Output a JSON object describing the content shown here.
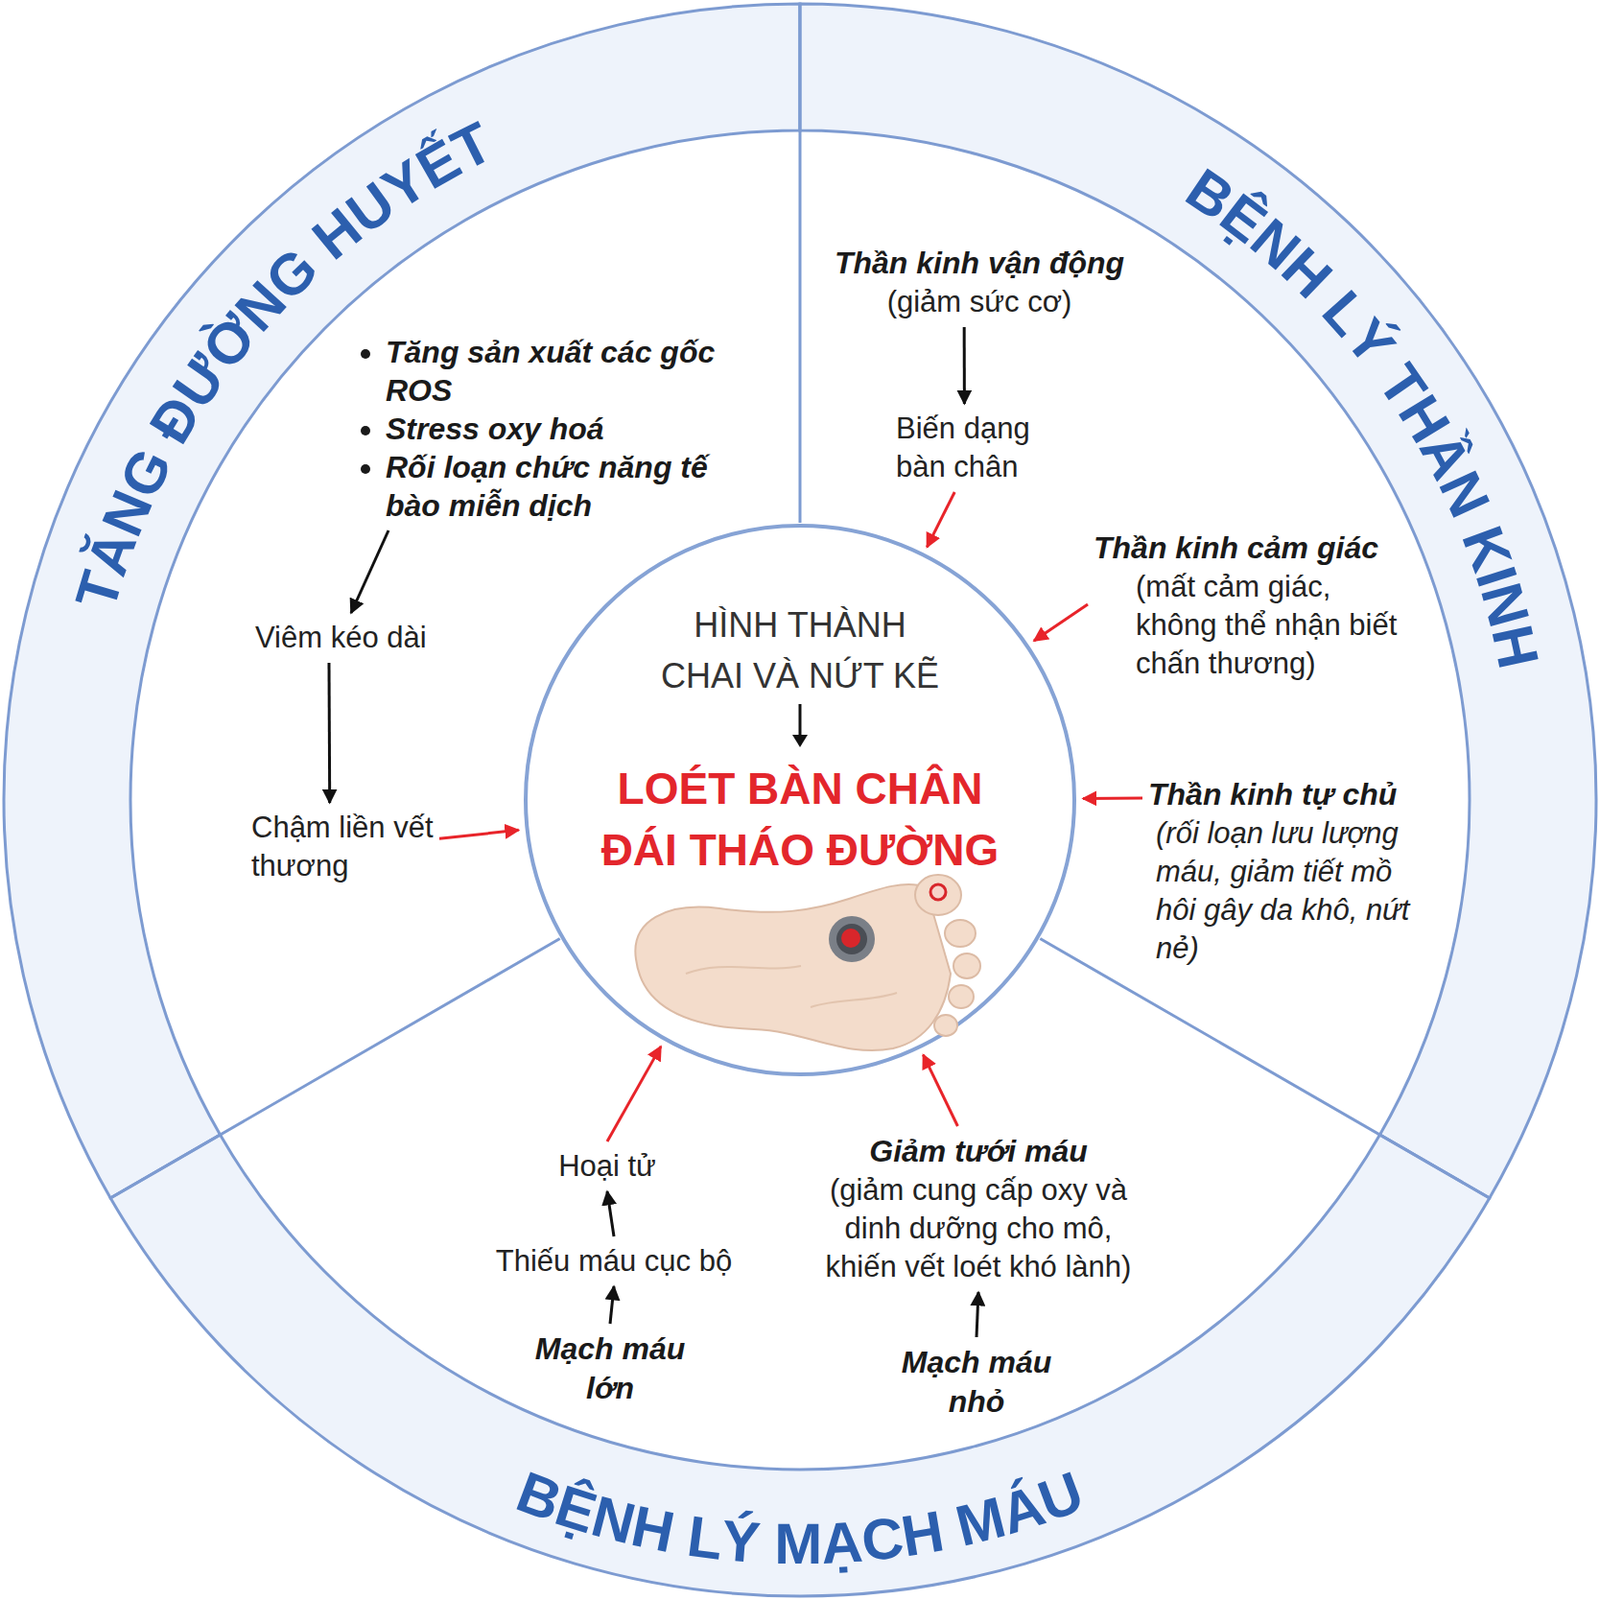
{
  "diagram": {
    "nodes": [
      {
        "text": [
          "TĂNG ĐƯỜNG HUYẾT"
        ]
      },
      {
        "text": [
          "BỆNH LÝ THẦN KINH"
        ]
      },
      {
        "text": [
          "BỆNH LÝ MẠCH MÁU"
        ]
      },
      {
        "text": [
          "HÌNH THÀNH CHAI VÀ NỨT KẼ",
          "LOÉT BÀN CHÂN ĐÁI THÁO ĐƯỜNG"
        ]
      },
      {
        "text": [
          "Tăng sản xuất các gốc ROS",
          "Stress oxy hoá",
          "Rối loạn chức năng tế bào miễn dịch"
        ],
        "in": 0
      },
      {
        "text": [
          "Viêm kéo dài"
        ],
        "in": 0
      },
      {
        "text": [
          "Chậm liền vết thương"
        ],
        "in": 0
      },
      {
        "text": [
          "Thần kinh vận động",
          "(giảm sức cơ)"
        ],
        "in": 1
      },
      {
        "text": [
          "Biến dạng bàn chân"
        ],
        "in": 1
      },
      {
        "text": [
          "Thần kinh cảm giác",
          "(mất cảm giác, không thể nhận biết chấn thương)"
        ],
        "in": 1
      },
      {
        "text": [
          "Thần kinh tự chủ",
          "(rối loạn lưu lượng máu, giảm tiết mồ hôi gây da khô, nứt nẻ)"
        ],
        "in": 1
      },
      {
        "text": [
          "Hoại tử"
        ],
        "in": 2
      },
      {
        "text": [
          "Thiếu máu cục bộ"
        ],
        "in": 2
      },
      {
        "text": [
          "Mạch máu lớn"
        ],
        "in": 2
      },
      {
        "text": [
          "Giảm tưới máu",
          "(giảm cung cấp oxy và dinh dưỡng cho mô, khiến vết loét khó lành)"
        ],
        "in": 2
      },
      {
        "text": [
          "Mạch máu nhỏ"
        ],
        "in": 2
      }
    ],
    "edges": [
      {
        "from": 4,
        "to": 5,
        "arrow": "to"
      },
      {
        "from": 5,
        "to": 6,
        "arrow": "to"
      },
      {
        "from": 6,
        "to": 3,
        "arrow": "to"
      },
      {
        "from": 7,
        "to": 8,
        "arrow": "to"
      },
      {
        "from": 8,
        "to": 3,
        "arrow": "to"
      },
      {
        "from": 9,
        "to": 3,
        "arrow": "to"
      },
      {
        "from": 10,
        "to": 3,
        "arrow": "to"
      },
      {
        "from": 13,
        "to": 12,
        "arrow": "to"
      },
      {
        "from": 12,
        "to": 11,
        "arrow": "to"
      },
      {
        "from": 11,
        "to": 3,
        "arrow": "to"
      },
      {
        "from": 15,
        "to": 14,
        "arrow": "to"
      },
      {
        "from": 14,
        "to": 3,
        "arrow": "to"
      }
    ]
  }
}
